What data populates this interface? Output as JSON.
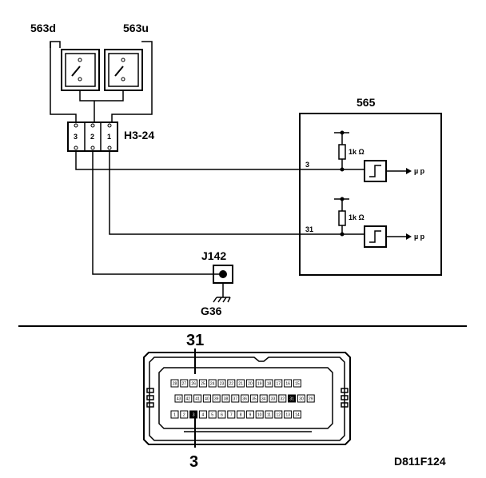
{
  "diagram": {
    "switch_left_label": "563d",
    "switch_right_label": "563u",
    "connector_label": "H3-24",
    "connector_pins": [
      "3",
      "2",
      "1"
    ],
    "module_label": "565",
    "module_pin_top": "3",
    "module_pin_bottom": "31",
    "resistor_label": "1k Ω",
    "output_label": "µ p",
    "ground_point_label": "J142",
    "ground_label": "G36",
    "plug_pin_top_callout": "31",
    "plug_pin_bottom_callout": "3",
    "drawing_code": "D811F124"
  },
  "plug": {
    "row_top": [
      "28",
      "27",
      "26",
      "25",
      "24",
      "23",
      "22",
      "21",
      "20",
      "19",
      "18",
      "17",
      "16",
      "15"
    ],
    "row_mid": [
      "43",
      "42",
      "41",
      "40",
      "39",
      "38",
      "37",
      "36",
      "35",
      "34",
      "33",
      "32",
      "31",
      "30",
      "29"
    ],
    "row_bot": [
      "1",
      "2",
      "3",
      "4",
      "5",
      "6",
      "7",
      "8",
      "9",
      "10",
      "11",
      "12",
      "13",
      "14"
    ]
  }
}
